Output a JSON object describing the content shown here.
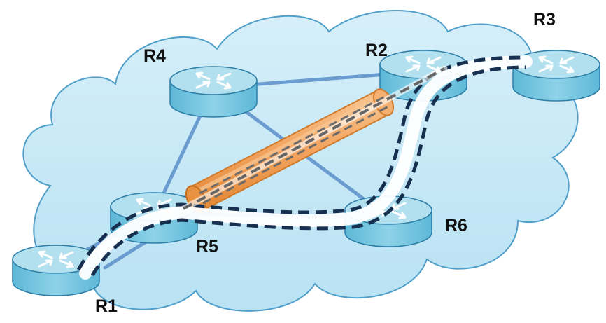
{
  "diagram": {
    "routers": [
      {
        "id": "R1",
        "label": "R1"
      },
      {
        "id": "R2",
        "label": "R2"
      },
      {
        "id": "R3",
        "label": "R3"
      },
      {
        "id": "R4",
        "label": "R4"
      },
      {
        "id": "R5",
        "label": "R5"
      },
      {
        "id": "R6",
        "label": "R6"
      }
    ],
    "links": [
      [
        "R1",
        "R5"
      ],
      [
        "R4",
        "R5"
      ],
      [
        "R4",
        "R2"
      ],
      [
        "R4",
        "R6"
      ],
      [
        "R5",
        "R6"
      ],
      [
        "R5",
        "R2"
      ]
    ],
    "tunnel": {
      "from": "R5",
      "to": "R2"
    },
    "paths": [
      {
        "hops": [
          "R1",
          "R5",
          "R6",
          "R2",
          "R3"
        ]
      },
      {
        "hops": [
          "R5",
          "R2"
        ],
        "via": "tunnel"
      }
    ],
    "colors": {
      "cloud_fill": "#c9e8f5",
      "cloud_stroke": "#4f9fca",
      "router_top": "#b3e0ef",
      "router_side": "#6ec2dd",
      "router_edge": "#2e7fa8",
      "router_arrows": "#ffffff",
      "link": "#6a9ccf",
      "tunnel_fill": "#f2a35e",
      "tunnel_stroke": "#d07a2a",
      "path_dark": "#17304f",
      "path_grey": "#666666"
    }
  }
}
